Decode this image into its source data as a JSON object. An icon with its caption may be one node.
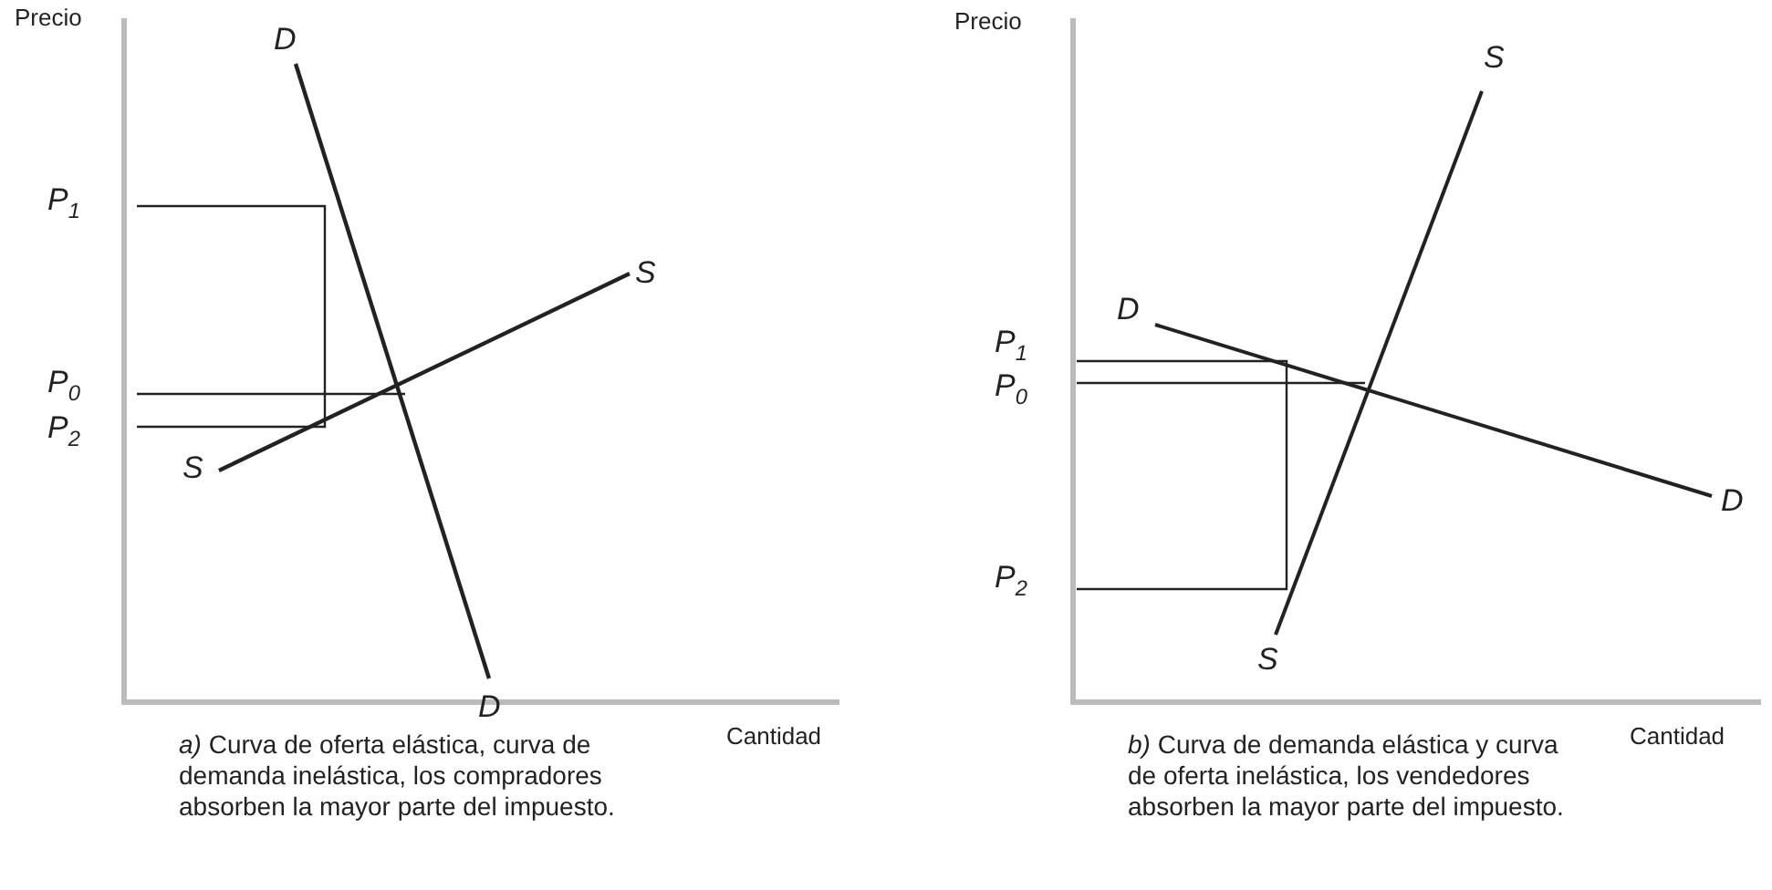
{
  "diagram": {
    "labels": [
      "Precio",
      "D",
      "P$_{1}$",
      "S",
      "P$_{0}$",
      "P$_{2}$",
      "S",
      "D",
      "Cantidad",
      "*a)* Curva de oferta elástica, curva de demanda inelástica, los compradores absorben la mayor parte del impuesto.",
      "Precio",
      "S",
      "P$_{1}$",
      "D",
      "P$_{0}$",
      "D",
      "P$_{2}$",
      "S",
      "Cantidad",
      "*b)* Curva de demanda elástica y curva de oferta inelástica, los vendedores absorben la mayor parte del impuesto."
    ]
  }
}
